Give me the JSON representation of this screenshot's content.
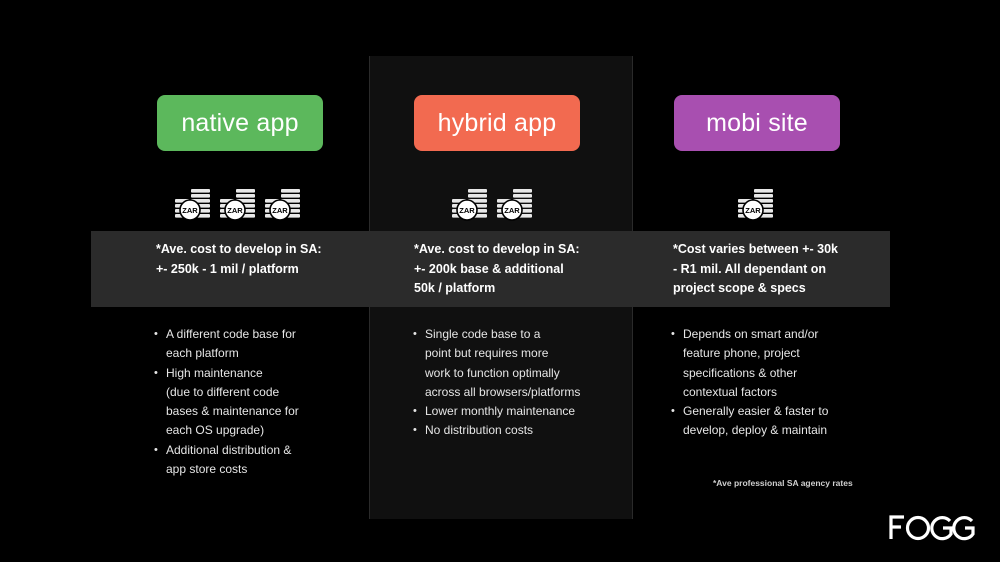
{
  "columns": [
    {
      "id": "native",
      "title": "native app",
      "color": "#5cb85c",
      "coin_label": "ZAR",
      "coin_count": 3,
      "cost": "*Ave. cost to develop in SA:\n+- 250k - 1 mil / platform",
      "bullets": [
        "A different code base for\neach platform",
        "High maintenance\n(due to different code\nbases & maintenance for\neach OS upgrade)",
        "Additional distribution &\napp store costs"
      ]
    },
    {
      "id": "hybrid",
      "title": "hybrid app",
      "color": "#f26a50",
      "coin_label": "ZAR",
      "coin_count": 2,
      "cost": "*Ave. cost to develop in SA:\n+- 200k base & additional\n50k / platform",
      "bullets": [
        "Single code base to a\npoint but requires more\nwork to function optimally\nacross all browsers/platforms",
        "Lower monthly maintenance",
        "No distribution costs"
      ]
    },
    {
      "id": "mobi",
      "title": "mobi site",
      "color": "#a84fb0",
      "coin_label": "ZAR",
      "coin_count": 1,
      "cost": "*Cost varies between +- 30k\n- R1 mil. All dependant on\nproject scope & specs",
      "bullets": [
        "Depends on smart and/or\nfeature phone, project\nspecifications & other\ncontextual factors",
        "Generally easier & faster to\ndevelop, deploy & maintain"
      ]
    }
  ],
  "footnote": "*Ave professional SA agency rates",
  "logo_text": "FOGG"
}
